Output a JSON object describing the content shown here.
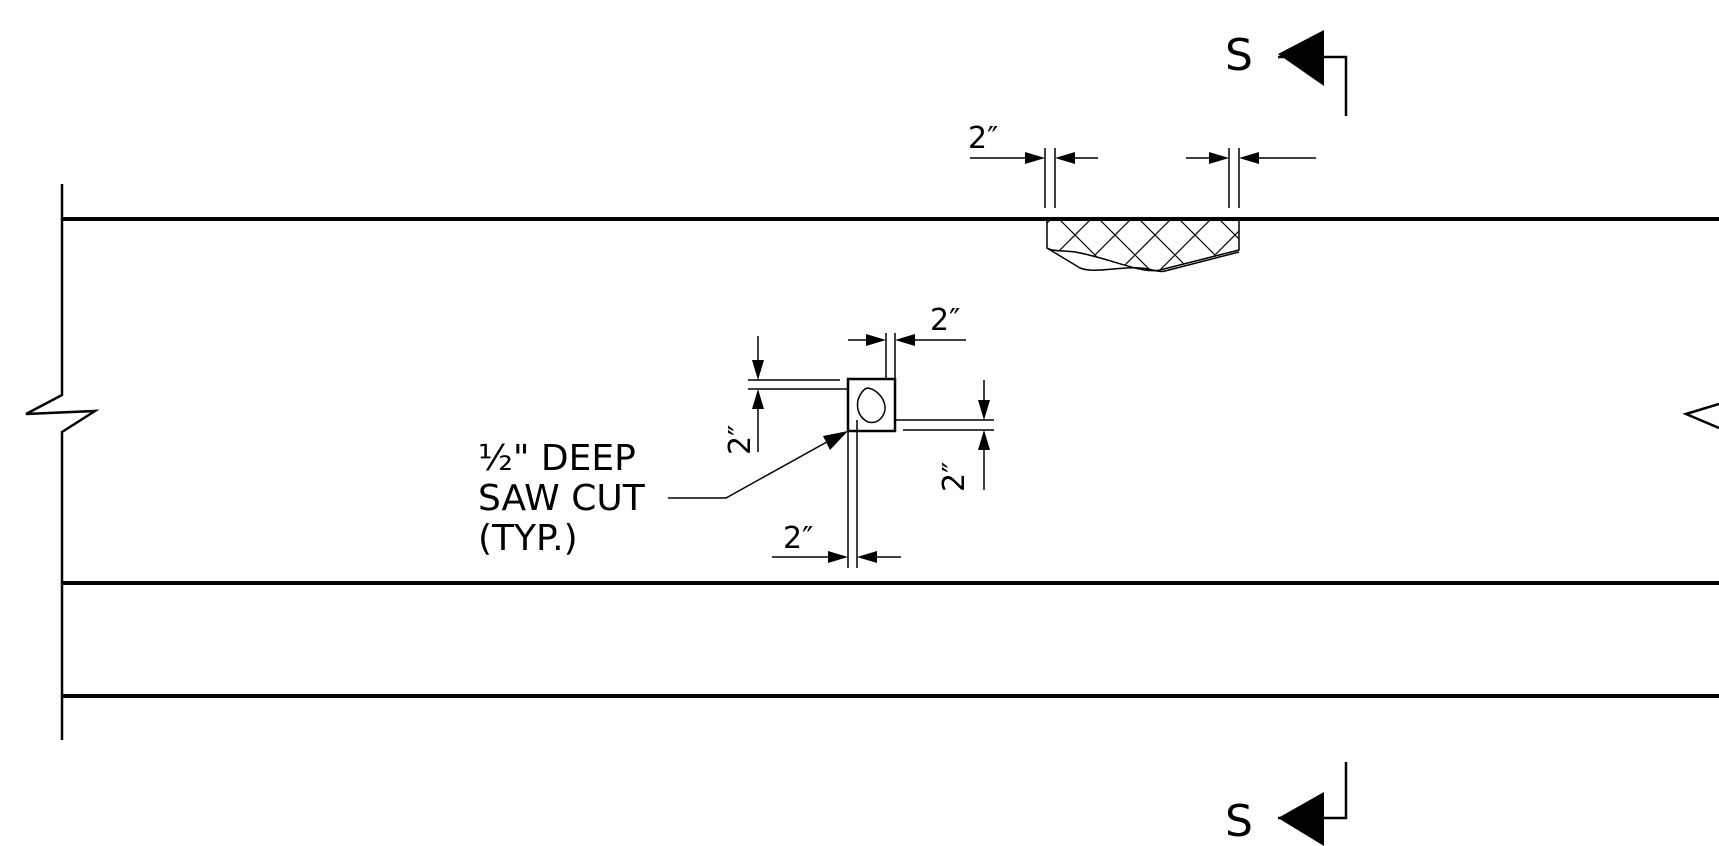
{
  "section_marker": {
    "top_letter": "S",
    "bottom_letter": "S"
  },
  "dimensions": {
    "top_repair_left": "2″",
    "patch_top": "2″",
    "patch_left_vertical": "2″",
    "patch_right_vertical": "2″",
    "patch_bottom": "2″"
  },
  "callout": {
    "line1": "½\" DEEP",
    "line2": "SAW CUT",
    "line3": "(TYP.)"
  }
}
